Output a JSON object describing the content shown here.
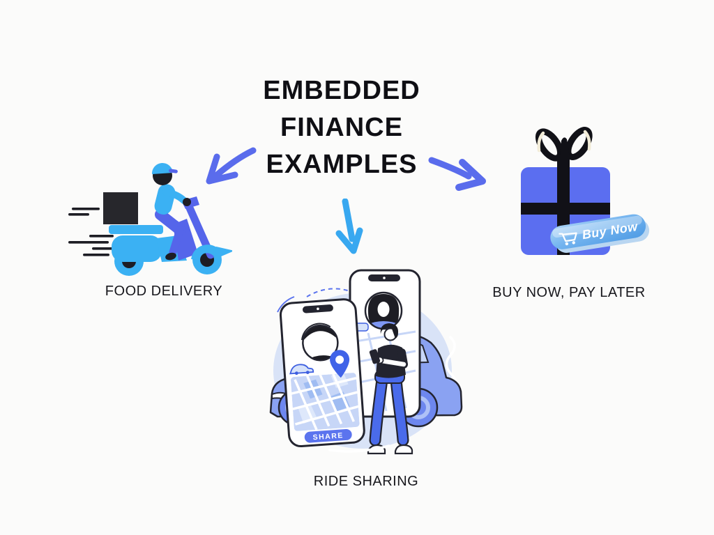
{
  "page": {
    "background": "#FBFBFA",
    "kind": "infographic"
  },
  "title": {
    "line1": "EMBEDDED",
    "line2": "FINANCE",
    "line3": "EXAMPLES",
    "color": "#0F0F14"
  },
  "arrows": [
    {
      "name": "arrow-to-food-delivery",
      "direction": "down-left",
      "color": "#5A6CEC"
    },
    {
      "name": "arrow-to-ride-sharing",
      "direction": "down",
      "color": "#38A8F0"
    },
    {
      "name": "arrow-to-buy-now-pay-later",
      "direction": "down-right",
      "color": "#5A6CEC"
    }
  ],
  "items": [
    {
      "id": "food-delivery",
      "label": "FOOD DELIVERY",
      "illustration": "delivery-rider-on-scooter-with-parcel-box-and-speed-lines"
    },
    {
      "id": "ride-sharing",
      "label": "RIDE SHARING",
      "share_button_label": "SHARE",
      "illustration": "two-phones-with-driver-and-rider-avatars-map-pin-car-and-person-holding-phone"
    },
    {
      "id": "buy-now-pay-later",
      "label": "BUY NOW, PAY LATER",
      "buy_now_label": "Buy Now",
      "illustration": "blue-gift-box-with-black-ribbon-bow-and-buy-now-cart-button"
    }
  ],
  "palette": {
    "sky_blue": "#3BB1F3",
    "indigo_blue": "#5565EA",
    "periwinkle_box": "#5B6EF0",
    "car_blue": "#8AA2F2",
    "blob_blue": "#D9E3F7",
    "pin_blue": "#4063E8",
    "share_button_blue": "#5B74EE",
    "buy_button_gradient_start": "#ABD4F7",
    "buy_button_gradient_end": "#4E9BE4",
    "ink": "#1D1D24"
  }
}
